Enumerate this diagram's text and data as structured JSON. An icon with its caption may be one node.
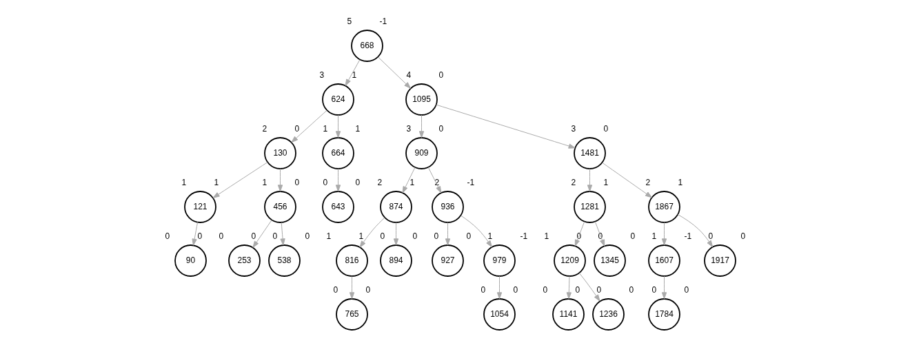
{
  "diagram": {
    "nodes": [
      {
        "text": [
          "668"
        ],
        "beside": [
          "5",
          "-1"
        ]
      },
      {
        "text": [
          "624"
        ],
        "beside": [
          "3",
          "1"
        ]
      },
      {
        "text": [
          "1095"
        ],
        "beside": [
          "4",
          "0"
        ]
      },
      {
        "text": [
          "130"
        ],
        "beside": [
          "2",
          "0"
        ]
      },
      {
        "text": [
          "664"
        ],
        "beside": [
          "1",
          "1"
        ]
      },
      {
        "text": [
          "909"
        ],
        "beside": [
          "3",
          "0"
        ]
      },
      {
        "text": [
          "1481"
        ],
        "beside": [
          "3",
          "0"
        ]
      },
      {
        "text": [
          "121"
        ],
        "beside": [
          "1",
          "1"
        ]
      },
      {
        "text": [
          "456"
        ],
        "beside": [
          "1",
          "0"
        ]
      },
      {
        "text": [
          "643"
        ],
        "beside": [
          "0",
          "0"
        ]
      },
      {
        "text": [
          "874"
        ],
        "beside": [
          "2",
          "1"
        ]
      },
      {
        "text": [
          "936"
        ],
        "beside": [
          "2",
          "-1"
        ]
      },
      {
        "text": [
          "1281"
        ],
        "beside": [
          "2",
          "1"
        ]
      },
      {
        "text": [
          "1867"
        ],
        "beside": [
          "2",
          "1"
        ]
      },
      {
        "text": [
          "90"
        ],
        "beside": [
          "0",
          "0"
        ]
      },
      {
        "text": [
          "253"
        ],
        "beside": [
          "0",
          "0"
        ]
      },
      {
        "text": [
          "538"
        ],
        "beside": [
          "0",
          "0"
        ]
      },
      {
        "text": [
          "816"
        ],
        "beside": [
          "1",
          "1"
        ]
      },
      {
        "text": [
          "894"
        ],
        "beside": [
          "0",
          "0"
        ]
      },
      {
        "text": [
          "927"
        ],
        "beside": [
          "0",
          "0"
        ]
      },
      {
        "text": [
          "979"
        ],
        "beside": [
          "1",
          "-1"
        ]
      },
      {
        "text": [
          "1209"
        ],
        "beside": [
          "1",
          "0"
        ]
      },
      {
        "text": [
          "1345"
        ],
        "beside": [
          "0",
          "0"
        ]
      },
      {
        "text": [
          "1607"
        ],
        "beside": [
          "1",
          "-1"
        ]
      },
      {
        "text": [
          "1917"
        ],
        "beside": [
          "0",
          "0"
        ]
      },
      {
        "text": [
          "765"
        ],
        "beside": [
          "0",
          "0"
        ]
      },
      {
        "text": [
          "1054"
        ],
        "beside": [
          "0",
          "0"
        ]
      },
      {
        "text": [
          "1141"
        ],
        "beside": [
          "0",
          "0"
        ]
      },
      {
        "text": [
          "1236"
        ],
        "beside": [
          "0",
          "0"
        ]
      },
      {
        "text": [
          "1784"
        ],
        "beside": [
          "0",
          "0"
        ]
      }
    ],
    "edges": [
      {
        "from": 0,
        "to": 1,
        "arrow": "to"
      },
      {
        "from": 0,
        "to": 2,
        "arrow": "to"
      },
      {
        "from": 1,
        "to": 3,
        "arrow": "to"
      },
      {
        "from": 1,
        "to": 4,
        "arrow": "to"
      },
      {
        "from": 2,
        "to": 5,
        "arrow": "to"
      },
      {
        "from": 2,
        "to": 6,
        "arrow": "to"
      },
      {
        "from": 3,
        "to": 7,
        "arrow": "to"
      },
      {
        "from": 3,
        "to": 8,
        "arrow": "to"
      },
      {
        "from": 4,
        "to": 9,
        "arrow": "to"
      },
      {
        "from": 5,
        "to": 10,
        "arrow": "to"
      },
      {
        "from": 5,
        "to": 11,
        "arrow": "to"
      },
      {
        "from": 6,
        "to": 12,
        "arrow": "to"
      },
      {
        "from": 6,
        "to": 13,
        "arrow": "to"
      },
      {
        "from": 7,
        "to": 14,
        "arrow": "to"
      },
      {
        "from": 8,
        "to": 15,
        "arrow": "to"
      },
      {
        "from": 8,
        "to": 16,
        "arrow": "to"
      },
      {
        "from": 10,
        "to": 17,
        "arrow": "to"
      },
      {
        "from": 10,
        "to": 18,
        "arrow": "to"
      },
      {
        "from": 11,
        "to": 19,
        "arrow": "to"
      },
      {
        "from": 11,
        "to": 20,
        "arrow": "to"
      },
      {
        "from": 12,
        "to": 21,
        "arrow": "to"
      },
      {
        "from": 12,
        "to": 22,
        "arrow": "to"
      },
      {
        "from": 13,
        "to": 23,
        "arrow": "to"
      },
      {
        "from": 13,
        "to": 24,
        "arrow": "to"
      },
      {
        "from": 17,
        "to": 25,
        "arrow": "to"
      },
      {
        "from": 20,
        "to": 26,
        "arrow": "to"
      },
      {
        "from": 21,
        "to": 27,
        "arrow": "to"
      },
      {
        "from": 21,
        "to": 28,
        "arrow": "to"
      },
      {
        "from": 23,
        "to": 29,
        "arrow": "to"
      }
    ]
  }
}
